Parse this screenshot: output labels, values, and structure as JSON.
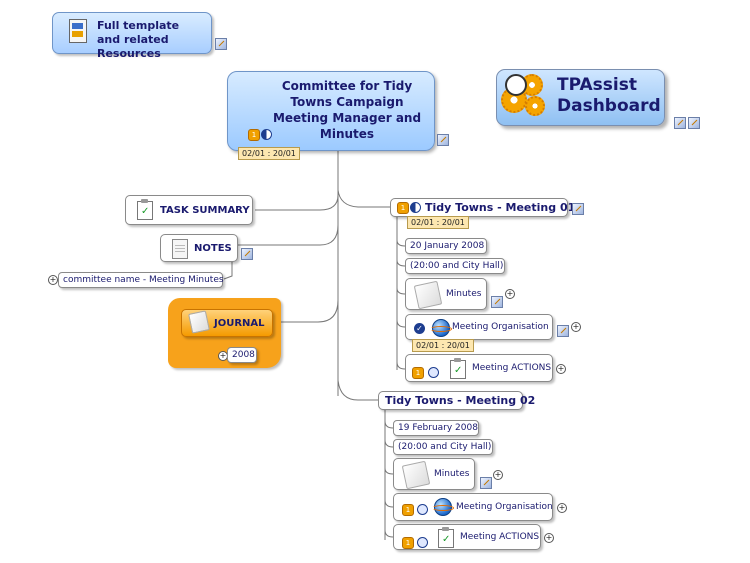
{
  "resources": {
    "label": "Full template and related Resources"
  },
  "central": {
    "title": "Committee for Tidy Towns Campaign Meeting Manager and Minutes",
    "date": "02/01 : 20/01"
  },
  "dashboard": {
    "title_line1": "TPAssist",
    "title_line2": "Dashboard"
  },
  "left": {
    "task_summary": "TASK SUMMARY",
    "notes": "NOTES",
    "committee_name": "committee name - Meeting Minutes",
    "journal": "JOURNAL",
    "journal_year": "2008"
  },
  "meeting01": {
    "title": "Tidy Towns - Meeting 01",
    "date_tag": "02/01 : 20/01",
    "date": "20 January 2008",
    "time_place": "(20:00 and City Hall)",
    "minutes": "Minutes",
    "organisation": "Meeting Organisation",
    "organisation_date": "02/01 : 20/01",
    "actions": "Meeting ACTIONS"
  },
  "meeting02": {
    "title": "Tidy Towns - Meeting 02",
    "date": "19 February 2008",
    "time_place": "(20:00 and City Hall)",
    "minutes": "Minutes",
    "organisation": "Meeting Organisation",
    "actions": "Meeting ACTIONS"
  },
  "colors": {
    "accent_blue": "#b9dcff",
    "journal_orange": "#f7a21b",
    "text_navy": "#1a1a6e"
  }
}
